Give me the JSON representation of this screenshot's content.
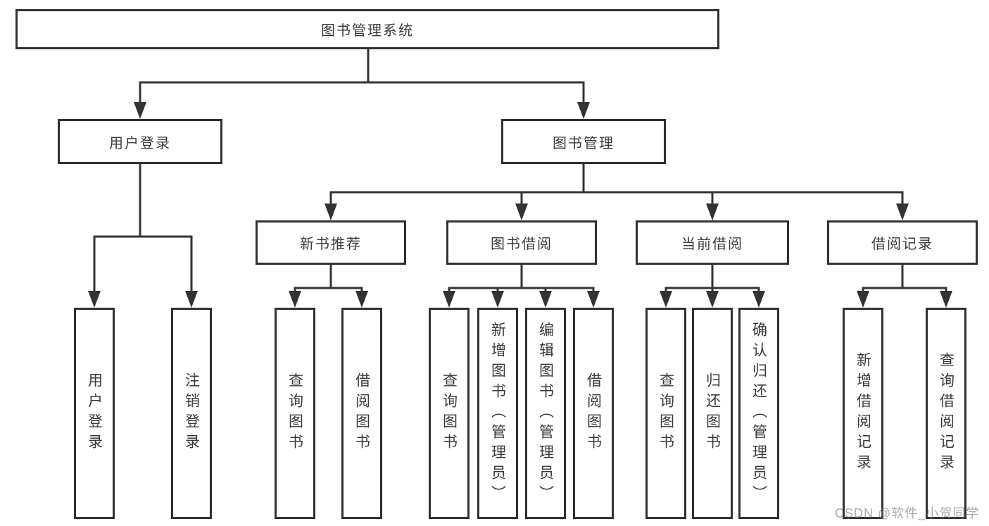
{
  "diagram_title": "图书管理系统",
  "colors": {
    "line": "#333333",
    "box_border": "#313131",
    "text": "#3a3a3a",
    "background": "#ffffff",
    "watermark": "#b2b2b2"
  },
  "nodes": {
    "root": {
      "label": "图书管理系统"
    },
    "user_login": {
      "label": "用户登录"
    },
    "book_management": {
      "label": "图书管理"
    },
    "new_book_recommend": {
      "label": "新书推荐"
    },
    "book_borrowing": {
      "label": "图书借阅"
    },
    "current_borrowing": {
      "label": "当前借阅"
    },
    "borrowing_records": {
      "label": "借阅记录"
    },
    "leaf_user_login": {
      "label": "用户登录"
    },
    "leaf_logout": {
      "label": "注销登录"
    },
    "leaf_query_books_recommend": {
      "label": "查询图书"
    },
    "leaf_borrow_books_recommend": {
      "label": "借阅图书"
    },
    "leaf_query_books_borrowing": {
      "label": "查询图书"
    },
    "leaf_add_books_admin": {
      "label": "新增图书（管理员）"
    },
    "leaf_edit_books_admin": {
      "label": "编辑图书（管理员）"
    },
    "leaf_borrow_books_borrowing": {
      "label": "借阅图书"
    },
    "leaf_query_books_current": {
      "label": "查询图书"
    },
    "leaf_return_books": {
      "label": "归还图书"
    },
    "leaf_confirm_return_admin": {
      "label": "确认归还（管理员）"
    },
    "leaf_add_borrow_record": {
      "label": "新增借阅记录"
    },
    "leaf_query_borrow_record": {
      "label": "查询借阅记录"
    }
  },
  "hierarchy": {
    "图书管理系统": [
      "用户登录",
      "图书管理"
    ],
    "用户登录": [
      "用户登录",
      "注销登录"
    ],
    "图书管理": [
      "新书推荐",
      "图书借阅",
      "当前借阅",
      "借阅记录"
    ],
    "新书推荐": [
      "查询图书",
      "借阅图书"
    ],
    "图书借阅": [
      "查询图书",
      "新增图书（管理员）",
      "编辑图书（管理员）",
      "借阅图书"
    ],
    "当前借阅": [
      "查询图书",
      "归还图书",
      "确认归还（管理员）"
    ],
    "借阅记录": [
      "新增借阅记录",
      "查询借阅记录"
    ]
  },
  "watermark": {
    "text": "CSDN @软件_小贺同学"
  }
}
